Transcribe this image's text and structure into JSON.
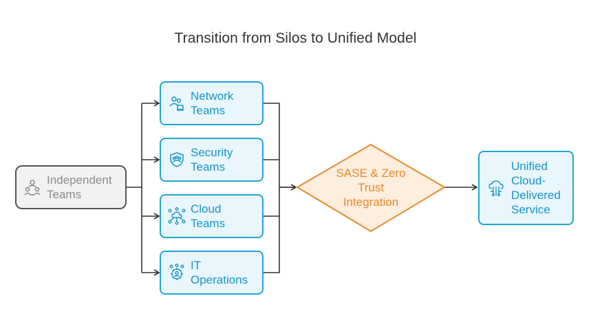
{
  "title": "Transition from Silos to Unified Model",
  "nodes": {
    "independent": {
      "label": "Independent Teams",
      "icon": "people-group-icon"
    },
    "network": {
      "label": "Network Teams",
      "icon": "network-users-icon"
    },
    "security": {
      "label": "Security Teams",
      "icon": "shield-group-icon"
    },
    "cloud": {
      "label": "Cloud Teams",
      "icon": "cloud-network-icon"
    },
    "it": {
      "label": "IT Operations",
      "icon": "gear-people-icon"
    },
    "integration": {
      "label": "SASE & Zero Trust Integration",
      "shape": "diamond"
    },
    "unified": {
      "label": "Unified Cloud-Delivered Service",
      "icon": "cloud-circuit-icon"
    }
  },
  "colors": {
    "blue_border": "#22a4d8",
    "blue_fill": "#e9f6fc",
    "orange_border": "#e8892e",
    "orange_fill": "#fdeedd",
    "gray_border": "#555555",
    "gray_fill": "#f2f2f2",
    "connector": "#333333"
  }
}
